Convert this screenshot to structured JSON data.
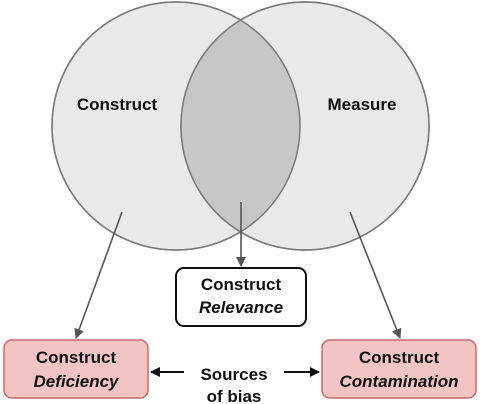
{
  "circles": {
    "left_label": "Construct",
    "right_label": "Measure"
  },
  "boxes": {
    "relevance": {
      "line1": "Construct",
      "line2": "Relevance"
    },
    "deficiency": {
      "line1": "Construct",
      "line2": "Deficiency"
    },
    "contamination": {
      "line1": "Construct",
      "line2": "Contamination"
    }
  },
  "sources": {
    "line1": "Sources",
    "line2": "of bias"
  },
  "colors": {
    "circle_fill": "#e9e9e9",
    "overlap_fill": "#c7c7c7",
    "circle_stroke": "#7a7a7a",
    "bias_box_fill": "#f2c4c4",
    "bias_box_stroke": "#c26a6a",
    "relevance_box_fill": "#ffffff",
    "relevance_box_stroke": "#111111",
    "arrow": "#555555"
  }
}
